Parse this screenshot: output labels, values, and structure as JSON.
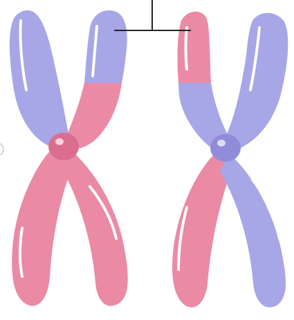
{
  "diagram": {
    "colors": {
      "blue": "#a7a6e7",
      "blue_dark": "#8f8dd9",
      "pink": "#ea8aa5",
      "pink_dark": "#db6e8e",
      "highlight": "#ffffff",
      "pointer_line": "#222222",
      "background": "#ffffff"
    },
    "chromosomes": [
      {
        "id": "left",
        "arms": {
          "upper_left": "blue",
          "upper_right": "blue-tip-over-pink",
          "lower_left": "pink",
          "lower_right": "pink"
        },
        "centromere": "pink"
      },
      {
        "id": "right",
        "arms": {
          "upper_left": "pink-tip-over-blue",
          "upper_right": "blue",
          "lower_left": "pink",
          "lower_right": "blue"
        },
        "centromere": "blue"
      }
    ],
    "pointer": {
      "connects": [
        "left-upper-right-tip",
        "right-upper-left-tip"
      ]
    }
  }
}
